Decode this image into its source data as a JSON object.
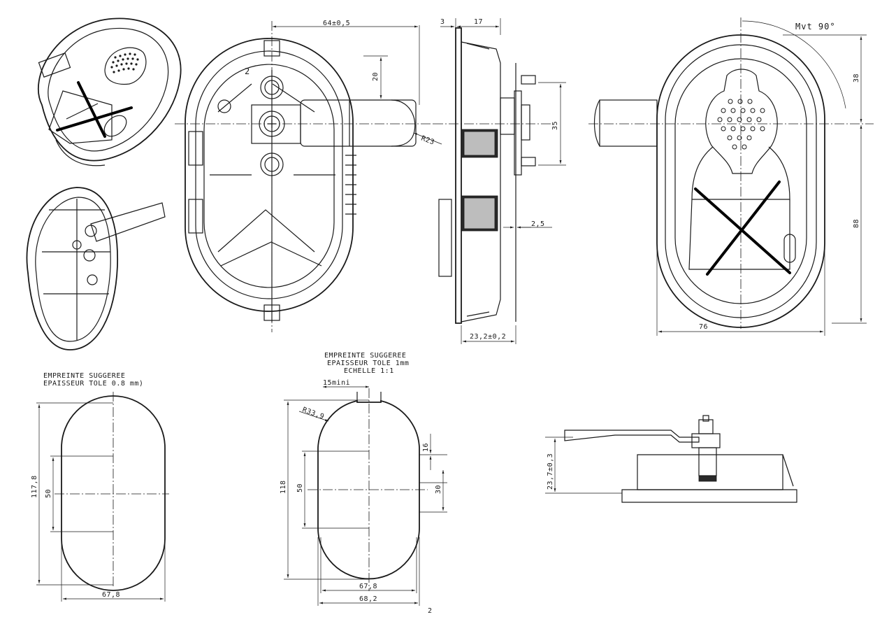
{
  "sheet": {
    "page_mark": "2"
  },
  "dimensions": {
    "front_width": "64±0,5",
    "front_depth_tol": "20",
    "handle_radius": "R23",
    "flange_thickness": "3",
    "side_depth": "17",
    "bracket_span": "35",
    "clearance": "2,5",
    "body_depth": "23,2±0,2",
    "rotation": "Mvt 90°",
    "rear_top": "38",
    "rear_bottom": "88",
    "rear_width": "76",
    "installed_height": "23,7±0,3"
  },
  "cutout_1": {
    "title_line1": "EMPREINTE SUGGEREE",
    "title_line2": "EPAISSEUR TOLE 0.8 mm)",
    "height": "117,8",
    "height_inner": "50",
    "width": "67,8"
  },
  "cutout_2": {
    "title_line1": "EMPREINTE SUGGEREE",
    "title_line2": "EPAISSEUR TOLE 1mm",
    "title_line3": "ECHELLE 1:1",
    "tab_min": "15mini",
    "radius": "R33,9",
    "height": "118",
    "height_inner": "50",
    "notch_offset": "16",
    "notch_span": "30",
    "width_inner": "67,8",
    "width_outer": "68,2"
  }
}
